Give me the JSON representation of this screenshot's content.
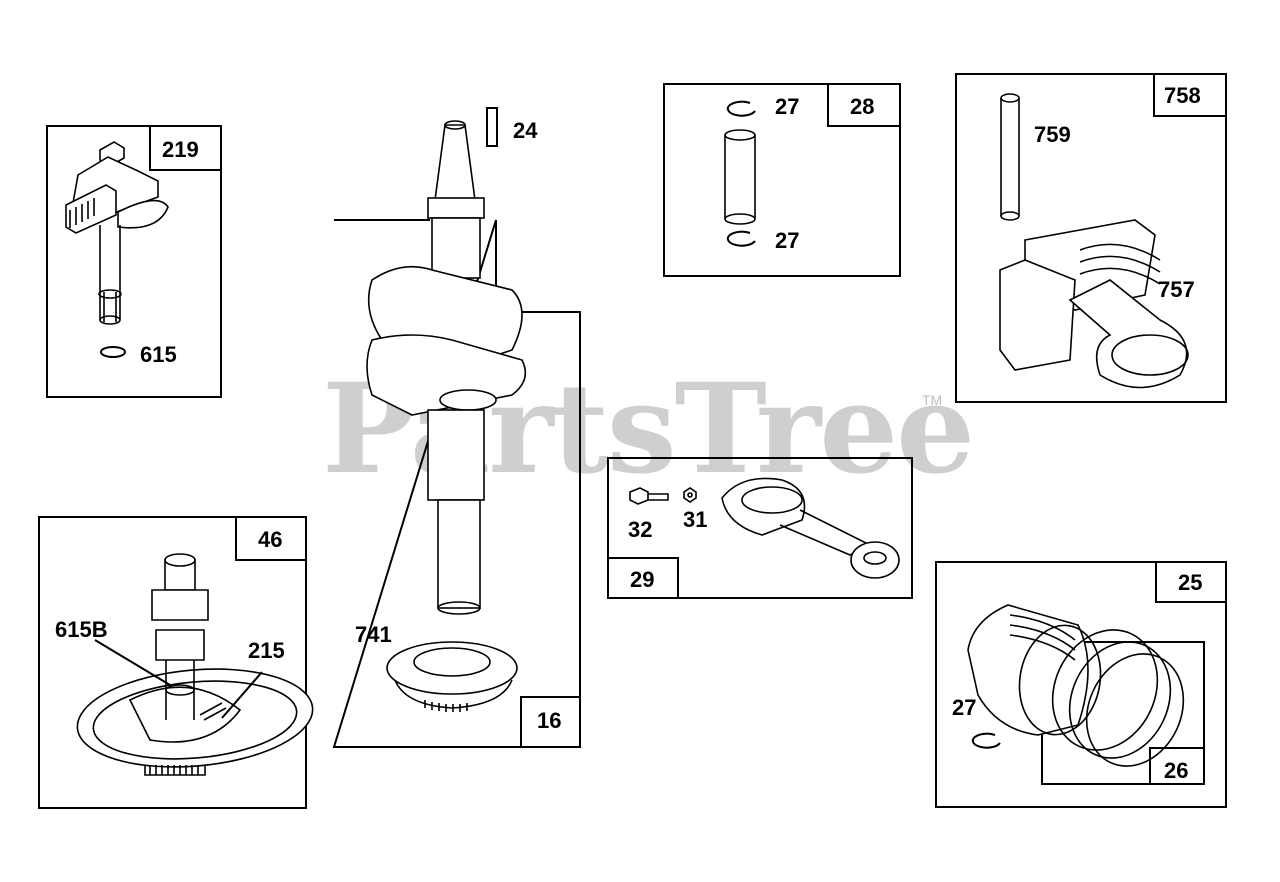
{
  "watermark": {
    "text": "PartsTree",
    "tm": "TM"
  },
  "groups": {
    "g219": "219",
    "g46": "46",
    "g16": "16",
    "g28": "28",
    "g758": "758",
    "g29": "29",
    "g25": "25",
    "g26": "26"
  },
  "parts": {
    "p615": "615",
    "p615b": "615B",
    "p215": "215",
    "p24": "24",
    "p741": "741",
    "p27a": "27",
    "p27b": "27",
    "p27c": "27",
    "p759": "759",
    "p757": "757",
    "p32": "32",
    "p31": "31"
  },
  "colors": {
    "ink": "#000000",
    "watermark": "#cfcfcf"
  },
  "icons": [
    "governor-shaft-icon",
    "camshaft-icon",
    "crankshaft-icon",
    "retaining-ring-icon",
    "piston-pin-icon",
    "connecting-rod-icon",
    "bolt-icon",
    "lock-washer-icon",
    "piston-icon",
    "piston-rings-icon",
    "key-icon",
    "gear-icon"
  ]
}
